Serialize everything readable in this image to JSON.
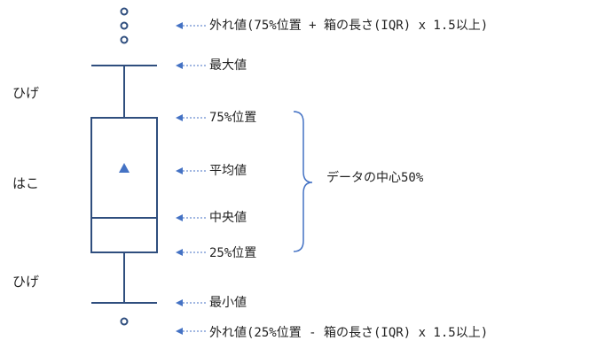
{
  "colors": {
    "box": "#2f4e7e",
    "arrow": "#4472c4",
    "bracket": "#4472c4",
    "text": "#222222"
  },
  "side_labels": {
    "upper_whisker": "ひげ",
    "box": "はこ",
    "lower_whisker": "ひげ"
  },
  "labels": {
    "outlier_upper": "外れ値(75%位置 + 箱の長さ(IQR) x 1.5以上)",
    "max": "最大値",
    "q3": "75%位置",
    "mean": "平均値",
    "median": "中央値",
    "q1": "25%位置",
    "min": "最小値",
    "outlier_lower": "外れ値(25%位置 - 箱の長さ(IQR) x 1.5以上)"
  },
  "bracket_label": "データの中心50%"
}
